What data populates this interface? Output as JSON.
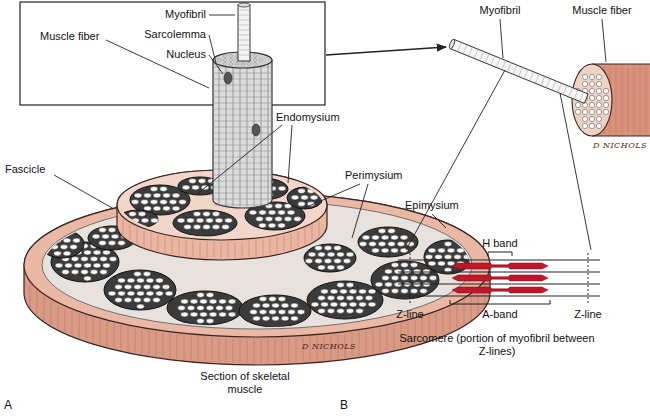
{
  "diagram": {
    "labels": [
      "Myofibril",
      "Muscle fiber",
      "Sarcolemma",
      "Nucleus",
      "Fascicle",
      "Endomysium",
      "Perimysium",
      "Epimysium",
      "Section of skeletal muscle",
      "D NICHOLS",
      "A",
      "Myofibril",
      "Muscle fiber",
      "D NICHOLS",
      "H band",
      "Z-line",
      "A-band",
      "Z-line",
      "Sarcomere (portion of myofibril between Z-lines)",
      "B"
    ]
  }
}
